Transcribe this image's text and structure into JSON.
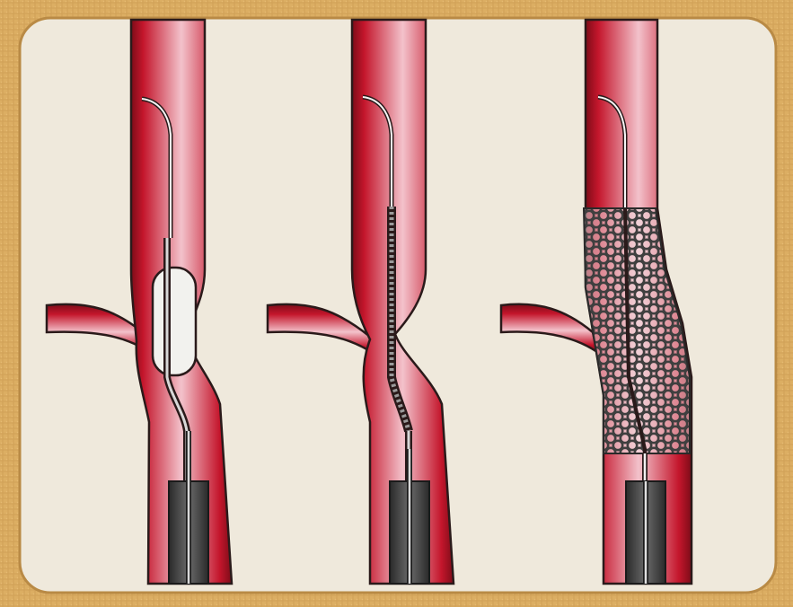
{
  "figure": {
    "description_panels": [
      "balloon-inflation-stage",
      "stent-crimped-on-wire-stage",
      "stent-deployed-stage"
    ],
    "colors": {
      "frame": "#dcae63",
      "frame_dark": "#c8964e",
      "paper": "#efe9dc",
      "vessel": "#c4162c",
      "vessel_dark": "#7d0c18",
      "vessel_light": "#f3c2cb",
      "outline": "#2a1a1a",
      "catheter": "#3c3c3c",
      "balloon": "#f2f2ee",
      "stent": "#3f3f3f"
    }
  }
}
